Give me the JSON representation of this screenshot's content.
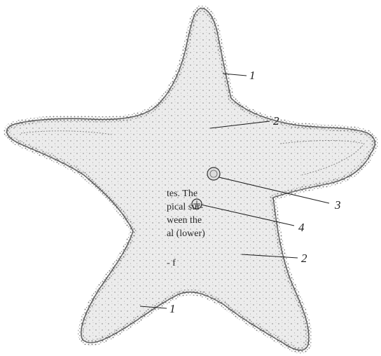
{
  "side_text": [
    "tes.  The",
    "pical sur-",
    "ween  the",
    "al  (lower)",
    "- f"
  ],
  "labels": {
    "label_1_top": "1",
    "label_2_top": "2",
    "label_3": "3",
    "label_4": "4",
    "label_2_right": "2",
    "label_1_bottom": "1"
  },
  "colors": {
    "body_fill": "#eeeeee",
    "outline": "#555555",
    "speckle": "#777777"
  }
}
